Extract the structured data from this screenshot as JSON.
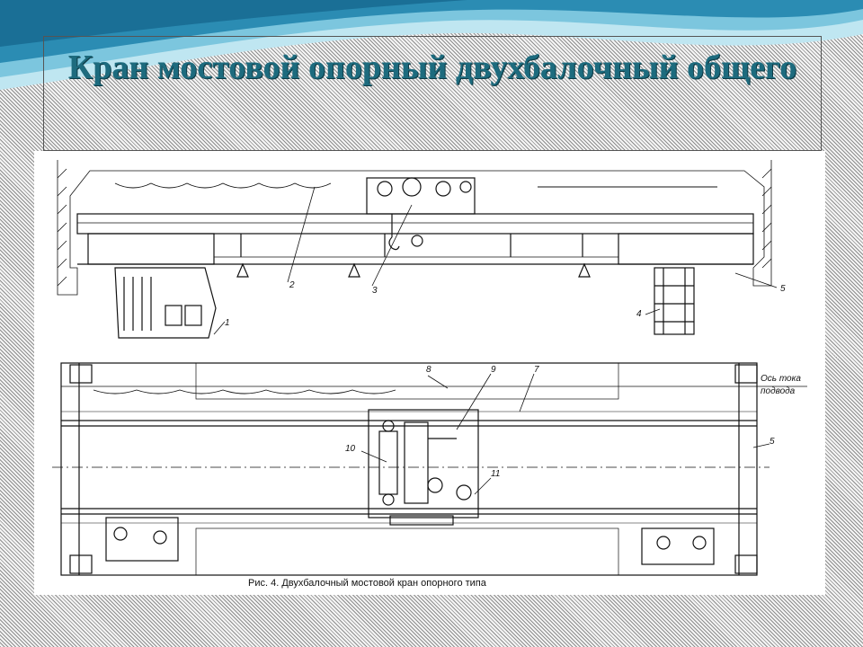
{
  "slide": {
    "title": "Кран мостовой опорный  двухбалочный общего"
  },
  "figure": {
    "caption": "Рис. 4. Двухбалочный мостовой кран опорного типа",
    "axis_label_line1": "Ось тока",
    "axis_label_line2": "подвода",
    "part_numbers": {
      "n1": "1",
      "n2": "2",
      "n3": "3",
      "n4": "4",
      "n5_top": "5",
      "n5_bottom": "5",
      "n7": "7",
      "n8": "8",
      "n9": "9",
      "n10": "10",
      "n11": "11"
    }
  },
  "colors": {
    "title": "#1d6b7e",
    "wave_light": "#9fd6e6",
    "wave_dark": "#1f7fa6"
  }
}
